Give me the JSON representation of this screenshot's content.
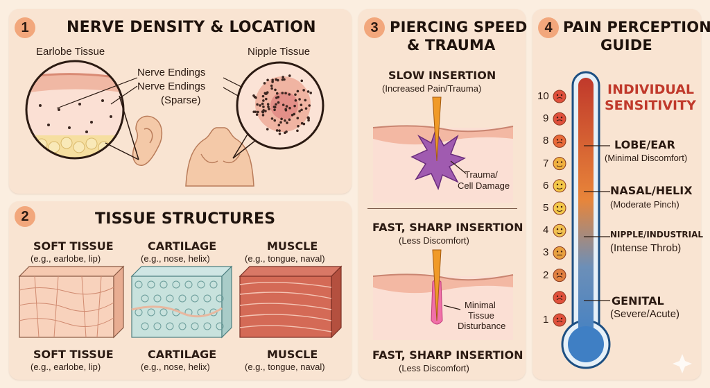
{
  "panel1": {
    "number": "1",
    "title": "NERVE DENSITY & LOCATION",
    "earlobe_label": "Earlobe Tissue",
    "nipple_label": "Nipple Tissue",
    "nerve_line1": "Nerve Endings",
    "nerve_line2": "Nerve Endings",
    "nerve_line3": "(Sparse)"
  },
  "panel2": {
    "number": "2",
    "title": "TISSUE STRUCTURES",
    "columns": [
      {
        "name": "SOFT TISSUE",
        "example": "(e.g., earlobe, lip)"
      },
      {
        "name": "CARTILAGE",
        "example": "(e.g., nose, helix)"
      },
      {
        "name": "MUSCLE",
        "example": "(e.g., tongue, naval)"
      }
    ]
  },
  "panel3": {
    "number": "3",
    "title_line1": "PIERCING SPEED",
    "title_line2": "& TRAUMA",
    "slow_title": "SLOW INSERTION",
    "slow_sub": "(Increased Pain/Trauma)",
    "trauma_line1": "Trauma/",
    "trauma_line2": "Cell Damage",
    "fast_title": "FAST, SHARP INSERTION",
    "fast_sub": "(Less Discomfort)",
    "minimal_line1": "Minimal",
    "minimal_line2": "Tissue",
    "minimal_line3": "Disturbance",
    "fast_title2": "FAST, SHARP INSERTION",
    "fast_sub2": "(Less Discomfort)"
  },
  "panel4": {
    "number": "4",
    "title_line1": "PAIN PERCEPTION",
    "title_line2": "GUIDE",
    "sensitivity_line1": "INDIVIDUAL",
    "sensitivity_line2": "SENSITIVITY",
    "scale": [
      "10",
      "9",
      "8",
      "7",
      "6",
      "5",
      "4",
      "3",
      "2",
      "",
      "1"
    ],
    "levels": [
      {
        "name": "LOBE/EAR",
        "desc": "(Minimal Discomfort)"
      },
      {
        "name": "NASAL/HELIX",
        "desc": "(Moderate Pinch)"
      },
      {
        "name": "NIPPLE/INDUSTRIAL",
        "desc": "(Intense Throb)"
      },
      {
        "name": "GENITAL",
        "desc": "(Severe/Acute)"
      }
    ],
    "colors": {
      "hot": "#c83a22",
      "mid": "#e8853a",
      "cool": "#4a86c2",
      "accent": "#c0392b"
    }
  }
}
